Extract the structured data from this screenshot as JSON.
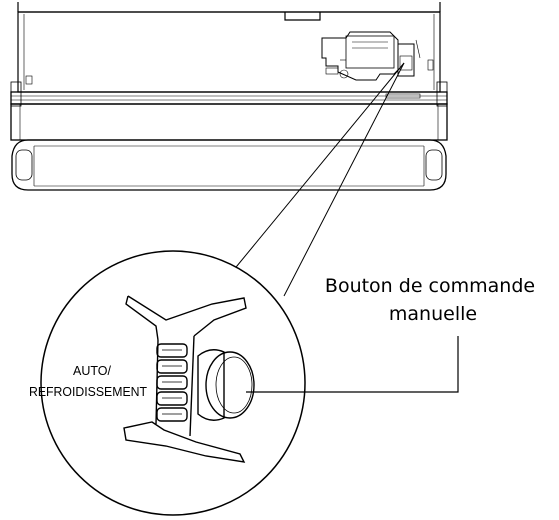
{
  "callout": {
    "line1": "Bouton de commande",
    "line2": "manuelle"
  },
  "mode_label": {
    "line1": "AUTO/",
    "line2": "REFROIDISSEMENT"
  },
  "colors": {
    "stroke": "#000000",
    "background": "#ffffff"
  }
}
